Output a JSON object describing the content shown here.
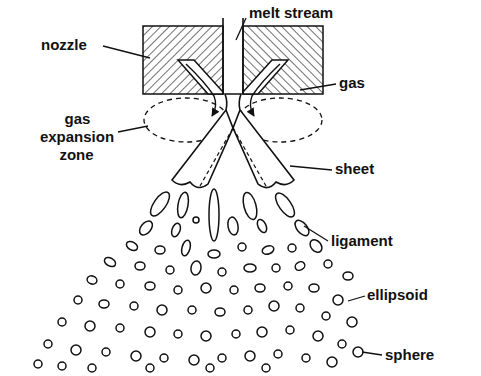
{
  "diagram": {
    "labels": [
      "melt stream",
      "nozzle",
      "gas",
      "gas expansion zone",
      "sheet",
      "ligament",
      "ellipsoid",
      "sphere"
    ]
  }
}
